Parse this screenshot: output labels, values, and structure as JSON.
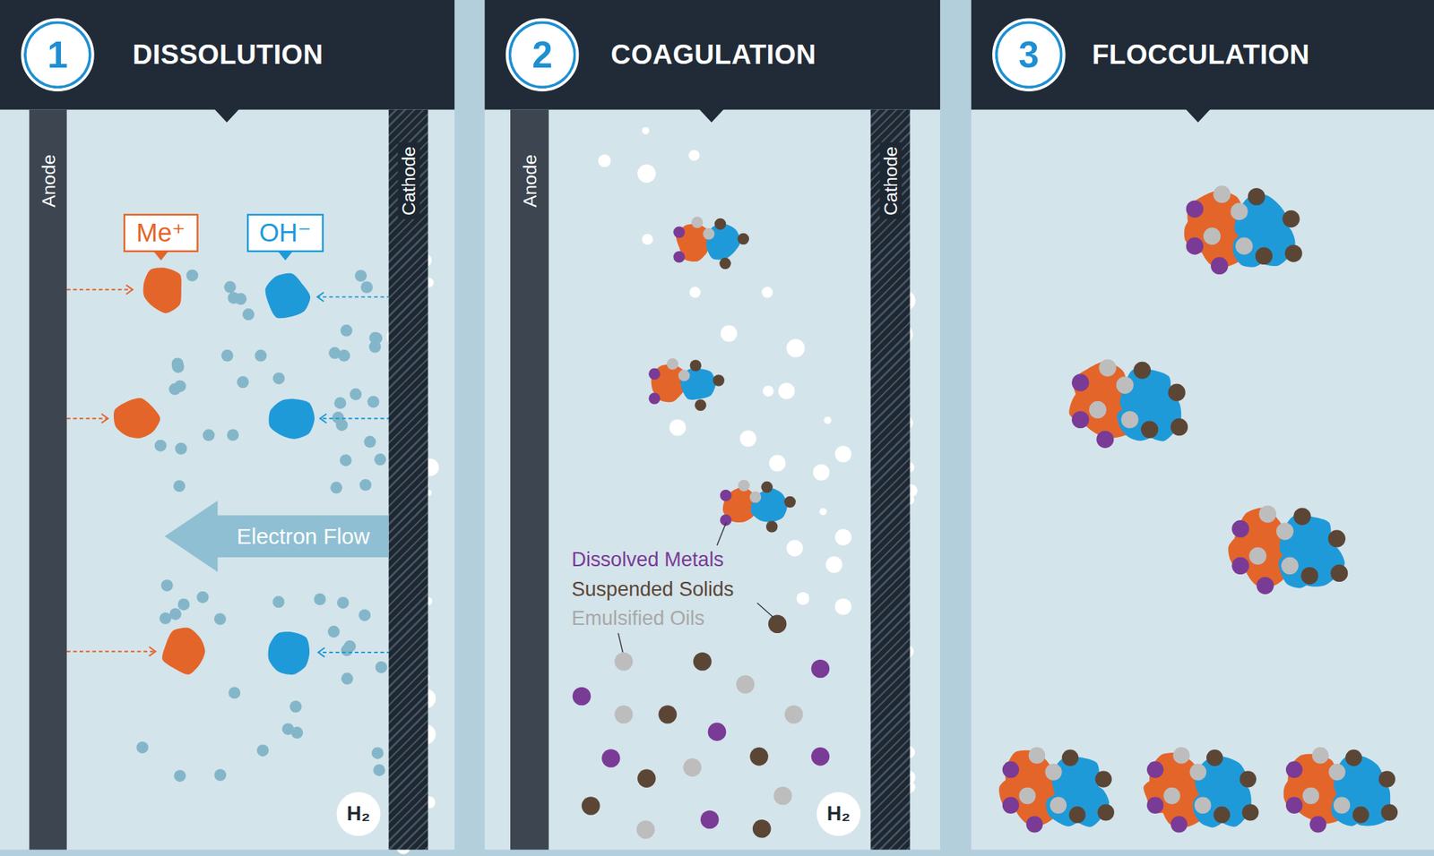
{
  "diagram": {
    "nodes": [
      {
        "text": [
          "DISSOLUTION"
        ]
      },
      {
        "text": [
          "1"
        ],
        "in": 0
      },
      {
        "text": [
          "Anode"
        ]
      },
      {
        "text": [
          "Cathode"
        ]
      },
      {
        "text": [
          "Me⁺"
        ]
      },
      {
        "text": [
          "OH⁻"
        ]
      },
      {
        "text": [
          "Electron Flow"
        ]
      },
      {
        "text": [
          "H₂"
        ]
      },
      {
        "text": [
          "COAGULATION"
        ]
      },
      {
        "text": [
          "2"
        ],
        "in": 8
      },
      {
        "text": [
          "Anode"
        ]
      },
      {
        "text": [
          "Cathode"
        ]
      },
      {
        "text": [
          "H₂"
        ]
      },
      {
        "text": [
          "FLOCCULATION"
        ]
      },
      {
        "text": [
          "3"
        ],
        "in": 13
      }
    ],
    "labels": [
      "Dissolved Metals",
      "Suspended Solids",
      "Emulsified Oils"
    ]
  }
}
